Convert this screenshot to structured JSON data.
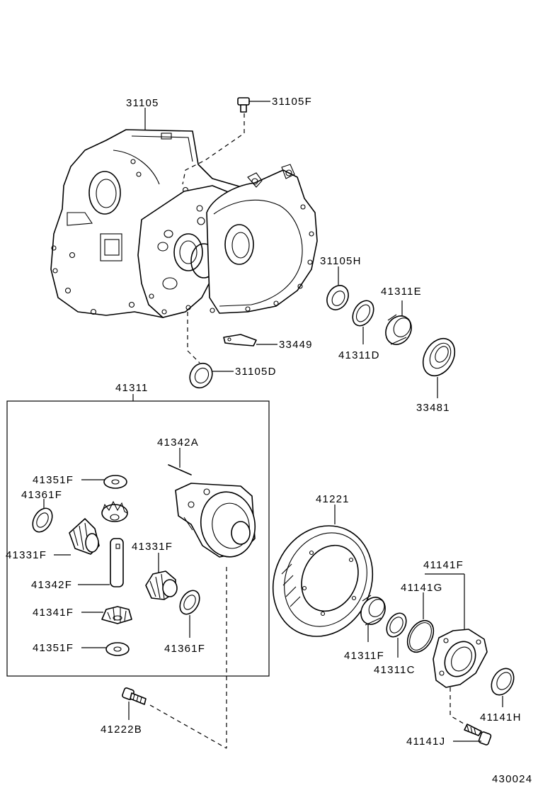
{
  "labels": {
    "p31105": "31105",
    "p31105F": "31105F",
    "p31105H": "31105H",
    "p41311E": "41311E",
    "p41311D": "41311D",
    "p33449": "33449",
    "p33481": "33481",
    "p31105D": "31105D",
    "p41311": "41311",
    "p41342A": "41342A",
    "p41351F_top": "41351F",
    "p41361F_left": "41361F",
    "p41331F_left": "41331F",
    "p41331F_mid": "41331F",
    "p41342F": "41342F",
    "p41341F": "41341F",
    "p41351F_bot": "41351F",
    "p41361F_mid": "41361F",
    "p41221": "41221",
    "p41141F": "41141F",
    "p41141G": "41141G",
    "p41311F": "41311F",
    "p41311C": "41311C",
    "p41141H": "41141H",
    "p41141J": "41141J",
    "p41222B": "41222B",
    "diagram_code": "430024"
  }
}
